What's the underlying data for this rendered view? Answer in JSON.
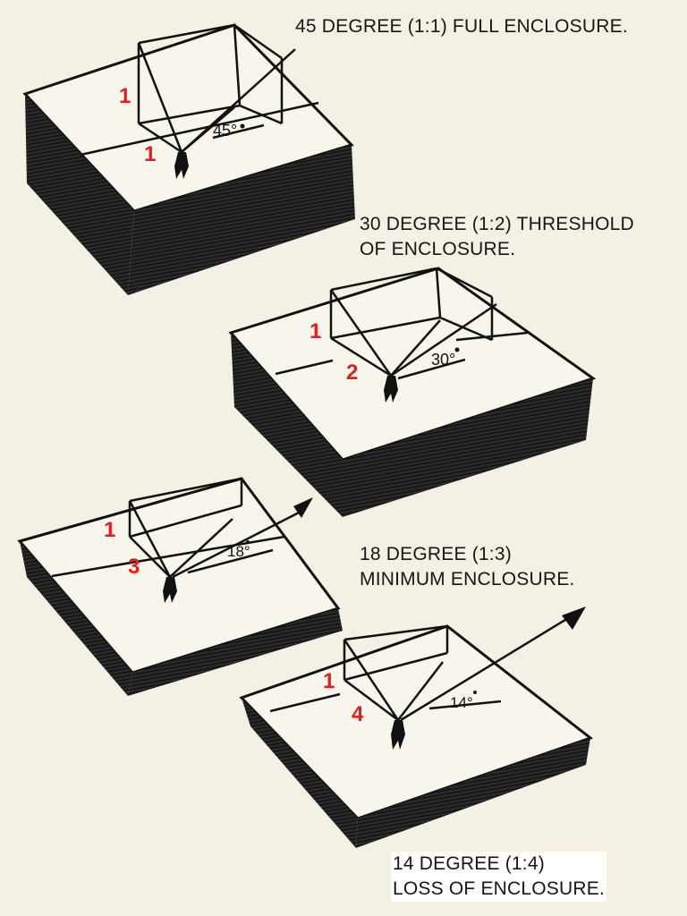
{
  "captions": {
    "d1": {
      "line1": "45 DEGREE (1:1) FULL ENCLOSURE.",
      "line2": ""
    },
    "d2": {
      "line1": "30 DEGREE (1:2) THRESHOLD",
      "line2": "OF ENCLOSURE."
    },
    "d3": {
      "line1": "18 DEGREE (1:3)",
      "line2": "MINIMUM ENCLOSURE."
    },
    "d4": {
      "line1": "14 DEGREE (1:4)",
      "line2": "LOSS OF ENCLOSURE."
    }
  },
  "diagrams": [
    {
      "angle_label": "45°",
      "height_ratio_label": "1",
      "distance_ratio_label": "1"
    },
    {
      "angle_label": "30°",
      "height_ratio_label": "1",
      "distance_ratio_label": "2"
    },
    {
      "angle_label": "18°",
      "height_ratio_label": "1",
      "distance_ratio_label": "3"
    },
    {
      "angle_label": "14°",
      "height_ratio_label": "1",
      "distance_ratio_label": "4"
    }
  ],
  "colors": {
    "ratio_numbers": "#e0201b",
    "ink": "#151515",
    "paper": "#f4f1e4"
  }
}
